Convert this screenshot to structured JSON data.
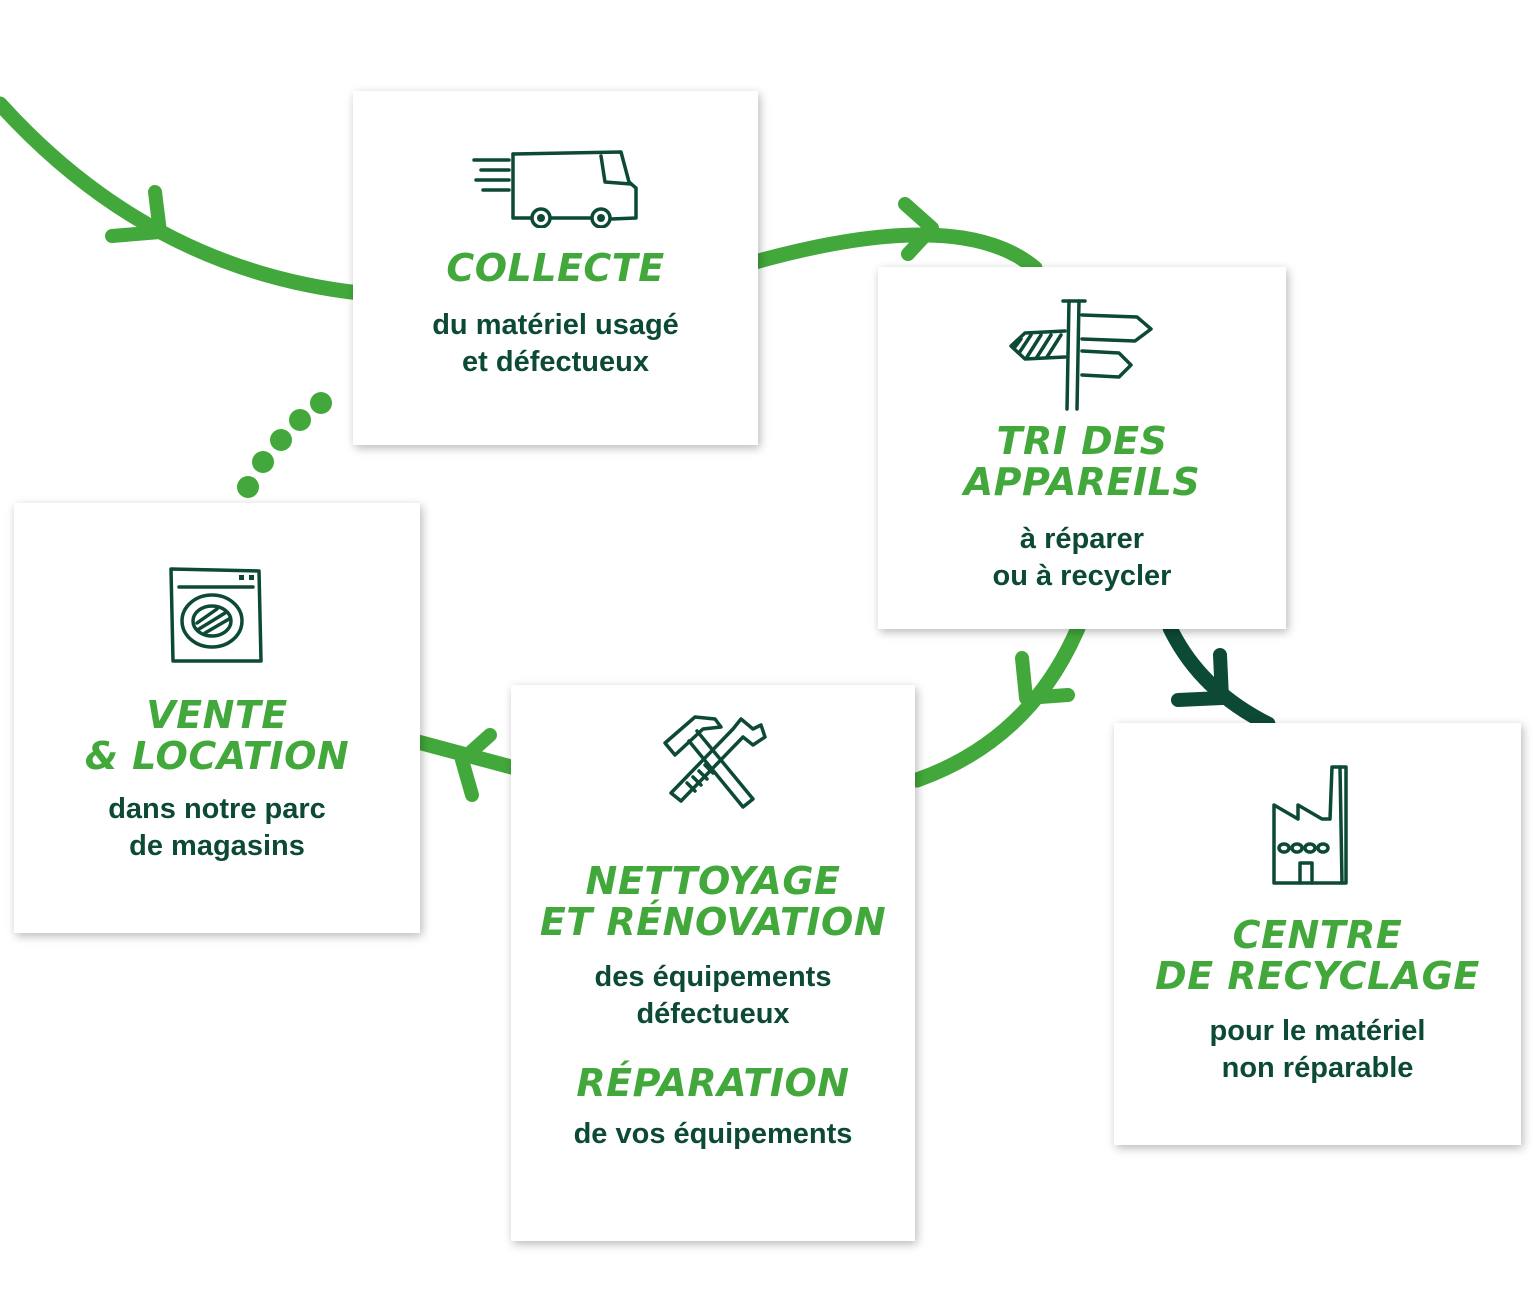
{
  "colors": {
    "accent_green": "#43a83b",
    "dark_green": "#0d4a35",
    "card_background": "#ffffff"
  },
  "steps": {
    "collecte": {
      "icon": "delivery-truck-icon",
      "title": "COLLECTE",
      "description": "du matériel usagé\net défectueux"
    },
    "tri": {
      "icon": "signpost-icon",
      "title": "TRI DES\nAPPAREILS",
      "description": "à réparer\nou à recycler"
    },
    "vente": {
      "icon": "washing-machine-icon",
      "title": "VENTE\n& LOCATION",
      "description": "dans notre parc\nde magasins"
    },
    "nettoyage": {
      "icon": "hammer-wrench-icon",
      "title": "NETTOYAGE\nET RÉNOVATION",
      "description": "des équipements\ndéfectueux",
      "title2": "RÉPARATION",
      "description2": "de vos équipements"
    },
    "recyclage": {
      "icon": "factory-icon",
      "title": "CENTRE\nDE RECYCLAGE",
      "description": "pour le matériel\nnon  réparable"
    }
  }
}
